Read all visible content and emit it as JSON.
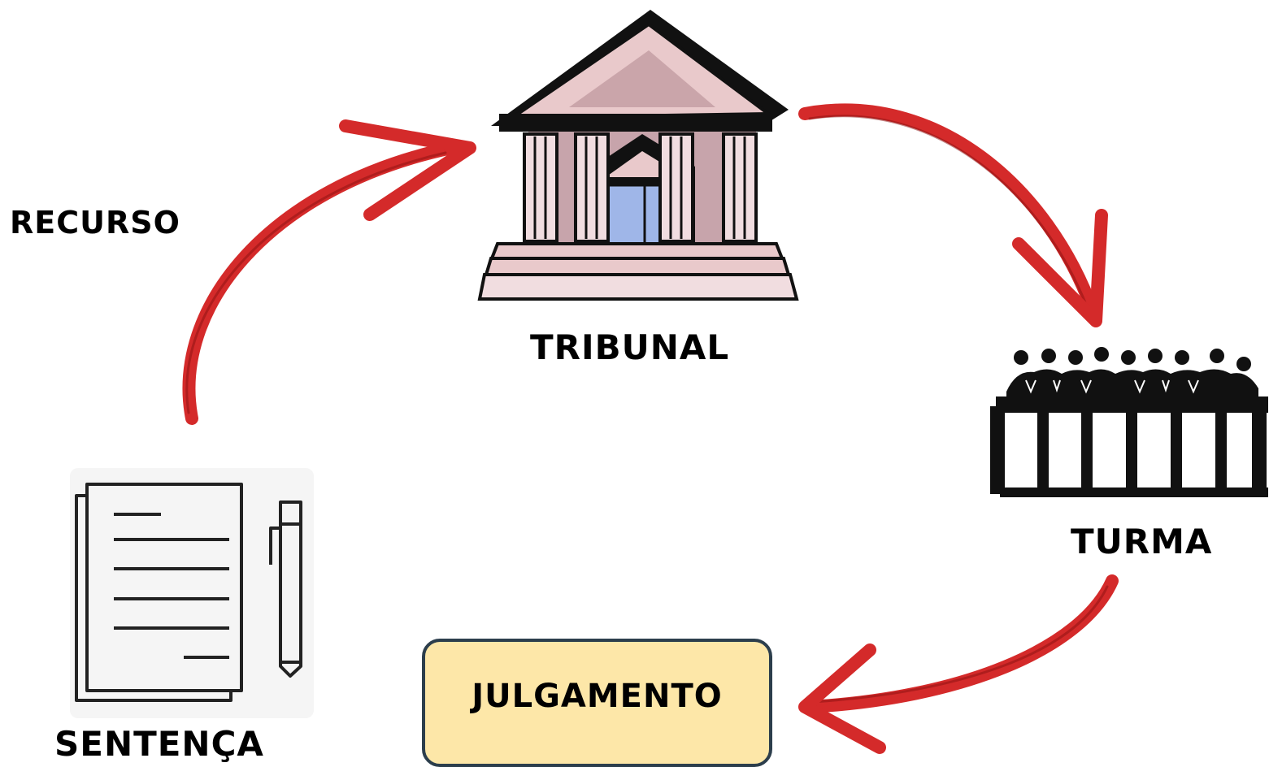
{
  "nodes": {
    "tribunal": "TRIBUNAL",
    "turma": "TURMA",
    "sentenca": "SENTENÇA",
    "julgamento": "JULGAMENTO"
  },
  "edges": {
    "sentenca_to_tribunal": "RECURSO"
  },
  "colors": {
    "arrow": "#d42a2a",
    "box_fill": "#fde7a8",
    "box_border": "#2c3e4c",
    "building_roof": "#e9c9cb",
    "building_glass": "#9fb6e8"
  }
}
